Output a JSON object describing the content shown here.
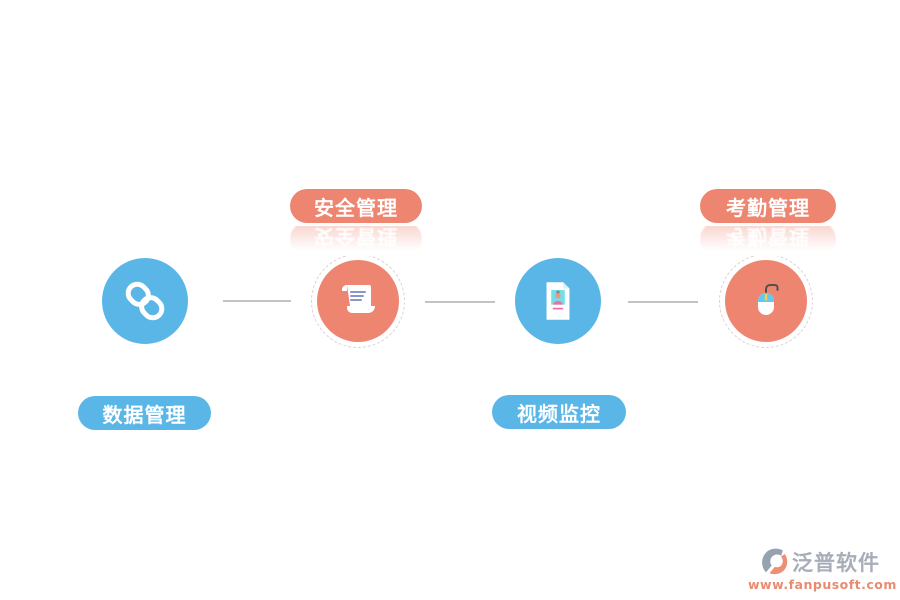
{
  "canvas": {
    "background": "#ffffff"
  },
  "palette": {
    "blue": "#5bb6e8",
    "orange": "#ee8571",
    "connector_line": "#c3c3c3",
    "icon_foreground": "#ffffff"
  },
  "nodes": [
    {
      "label": "数据管理",
      "icon": "chain-link-icon",
      "color": "blue",
      "label_position": "bottom",
      "reflection": false
    },
    {
      "label": "安全管理",
      "icon": "scroll-icon",
      "color": "orange",
      "label_position": "top",
      "reflection": true
    },
    {
      "label": "视频监控",
      "icon": "id-photo-document-icon",
      "color": "blue",
      "label_position": "bottom",
      "reflection": false
    },
    {
      "label": "考勤管理",
      "icon": "mouse-icon",
      "color": "orange",
      "label_position": "top",
      "reflection": true
    }
  ],
  "watermark": {
    "brand": "泛普软件",
    "website": "www.fanpusoft.com"
  }
}
